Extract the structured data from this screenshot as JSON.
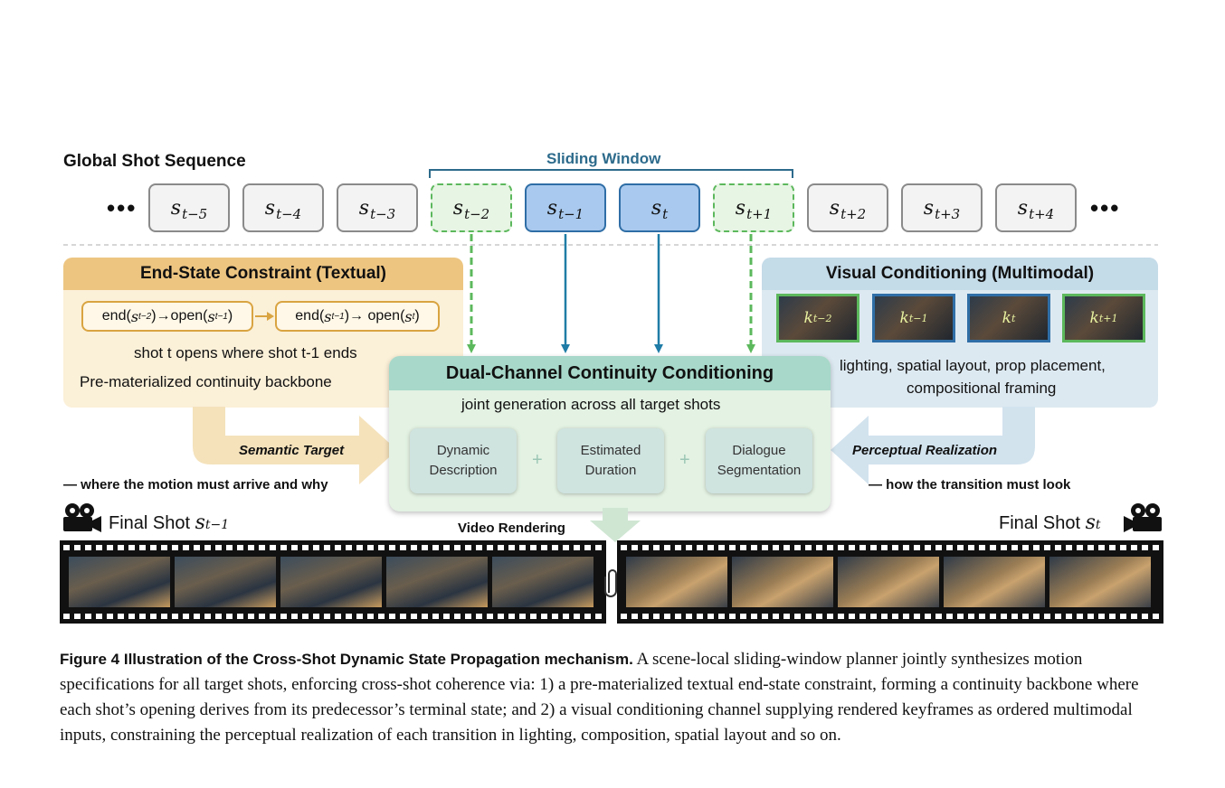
{
  "sequence": {
    "title": "Global Shot Sequence",
    "ellipsis": "•••",
    "shots": [
      {
        "base": "s",
        "sub": "t−5"
      },
      {
        "base": "s",
        "sub": "t−4"
      },
      {
        "base": "s",
        "sub": "t−3"
      },
      {
        "base": "s",
        "sub": "t−2"
      },
      {
        "base": "s",
        "sub": "t−1"
      },
      {
        "base": "s",
        "sub": "t"
      },
      {
        "base": "s",
        "sub": "t+1"
      },
      {
        "base": "s",
        "sub": "t+2"
      },
      {
        "base": "s",
        "sub": "t+3"
      },
      {
        "base": "s",
        "sub": "t+4"
      }
    ],
    "sliding_window_label": "Sliding Window"
  },
  "left_panel": {
    "title": "End-State Constraint (Textual)",
    "chip1": {
      "a": "end(",
      "a_s": "s",
      "a_sub": "t−2",
      "b": ")→open(",
      "b_s": "s",
      "b_sub": "t−1",
      "c": ")"
    },
    "chip2": {
      "a": "end(",
      "a_s": "s",
      "a_sub": "t−1",
      "b": ")→ open(",
      "b_s": "s",
      "b_sub": "t",
      "c": ")"
    },
    "line1": "shot t opens where shot t-1 ends",
    "line2": "Pre-materialized continuity backbone",
    "arrow_label": "Semantic Target",
    "note": "— where the motion must arrive and why"
  },
  "right_panel": {
    "title": "Visual Conditioning (Multimodal)",
    "keyframes": [
      {
        "label": "k",
        "sub": "t−2"
      },
      {
        "label": "k",
        "sub": "t−1"
      },
      {
        "label": "k",
        "sub": "t"
      },
      {
        "label": "k",
        "sub": "t+1"
      }
    ],
    "line1": "lighting, spatial layout, prop placement,",
    "line2": "compositional framing",
    "arrow_label": "Perceptual Realization",
    "note": "— how the transition must look"
  },
  "center_panel": {
    "title": "Dual-Channel Continuity Conditioning",
    "subtitle": "joint generation across all target shots",
    "boxes": [
      {
        "line1": "Dynamic",
        "line2": "Description"
      },
      {
        "line1": "Estimated",
        "line2": "Duration"
      },
      {
        "line1": "Dialogue",
        "line2": "Segmentation"
      }
    ],
    "plus": "+",
    "output_label": "Video Rendering"
  },
  "film": {
    "left_label": "Final Shot",
    "left_shot": {
      "base": "s",
      "sub": "t−1"
    },
    "right_label": "Final Shot",
    "right_shot": {
      "base": "s",
      "sub": "t"
    }
  },
  "caption": {
    "figure_bold": "Figure 4  Illustration of the Cross-Shot Dynamic State Propagation mechanism.",
    "text": " A scene-local sliding-window planner jointly synthesizes motion specifications for all target shots, enforcing cross-shot coherence via: 1) a pre-materialized textual end-state constraint, forming a continuity backbone where each shot’s opening derives from its predecessor’s terminal state; and 2) a visual conditioning channel supplying rendered keyframes as ordered multimodal inputs, constraining the perceptual realization of each transition in lighting, composition, spatial layout and so on."
  },
  "colors": {
    "window_core": "#a9c9ee",
    "window_edge": "#e7f5e4",
    "textual_header": "#edc581",
    "visual_header": "#c4dbe8",
    "center_header": "#a7d8c9",
    "arrow_green": "#5cb85c",
    "arrow_blue": "#1f7ca6"
  }
}
